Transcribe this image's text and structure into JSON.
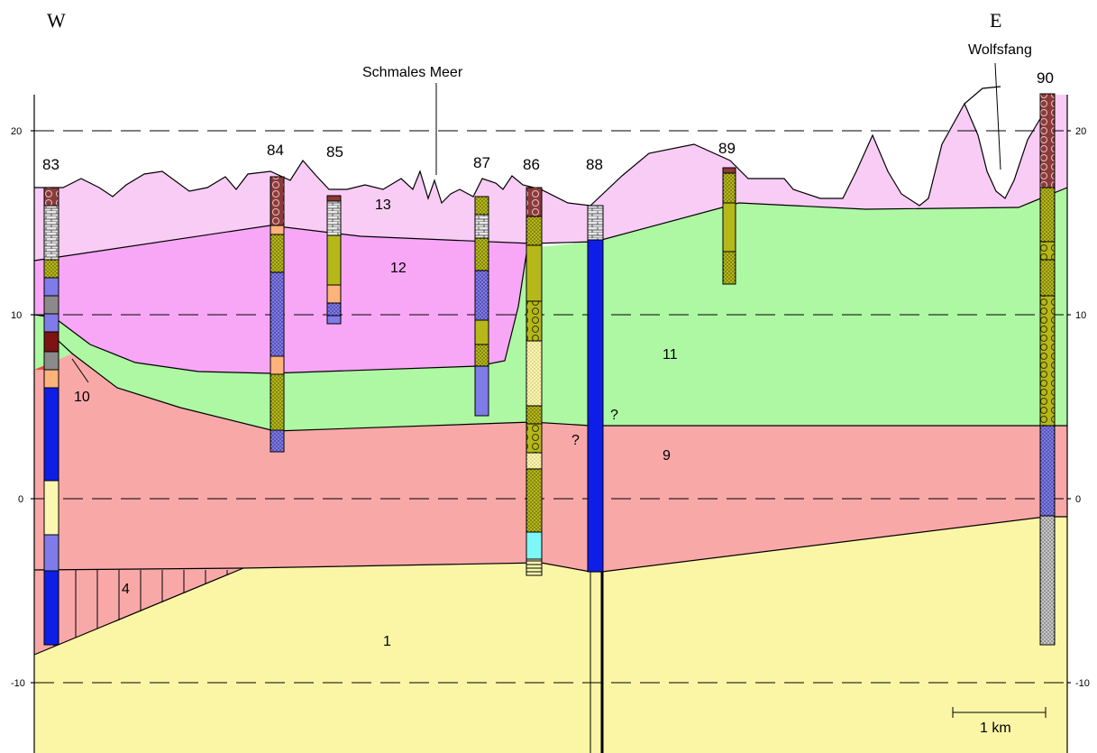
{
  "directions": {
    "west": "W",
    "east": "E"
  },
  "axis": {
    "ticks": [
      "20",
      "10",
      "0",
      "-10"
    ]
  },
  "places": {
    "schmales_meer": "Schmales Meer",
    "wolfsfang": "Wolfsfang"
  },
  "boreholes": [
    "83",
    "84",
    "85",
    "87",
    "86",
    "88",
    "89",
    "90"
  ],
  "units": {
    "u1": "1",
    "u4": "4",
    "u9": "9",
    "u10": "10",
    "u11": "11",
    "u12": "12",
    "u13": "13",
    "q1": "?",
    "q2": "?"
  },
  "scale_bar": "1 km",
  "colors": {
    "unit1": "#fbf6a6",
    "unit9": "#f9a8a8",
    "unit10": "#f24a3f",
    "unit11": "#aef8a4",
    "unit12": "#f7a7f6",
    "unit13": "#f8ccf4",
    "blue": "#0e1ee8",
    "olive": "#b6b81a",
    "lavender": "#7f7be8",
    "brown": "#8b3a3a",
    "grey": "#8a8a8a",
    "orange": "#ffb27a",
    "cream": "#fbf7b0",
    "cyan": "#7ef7f7",
    "darkred": "#7d1313"
  }
}
